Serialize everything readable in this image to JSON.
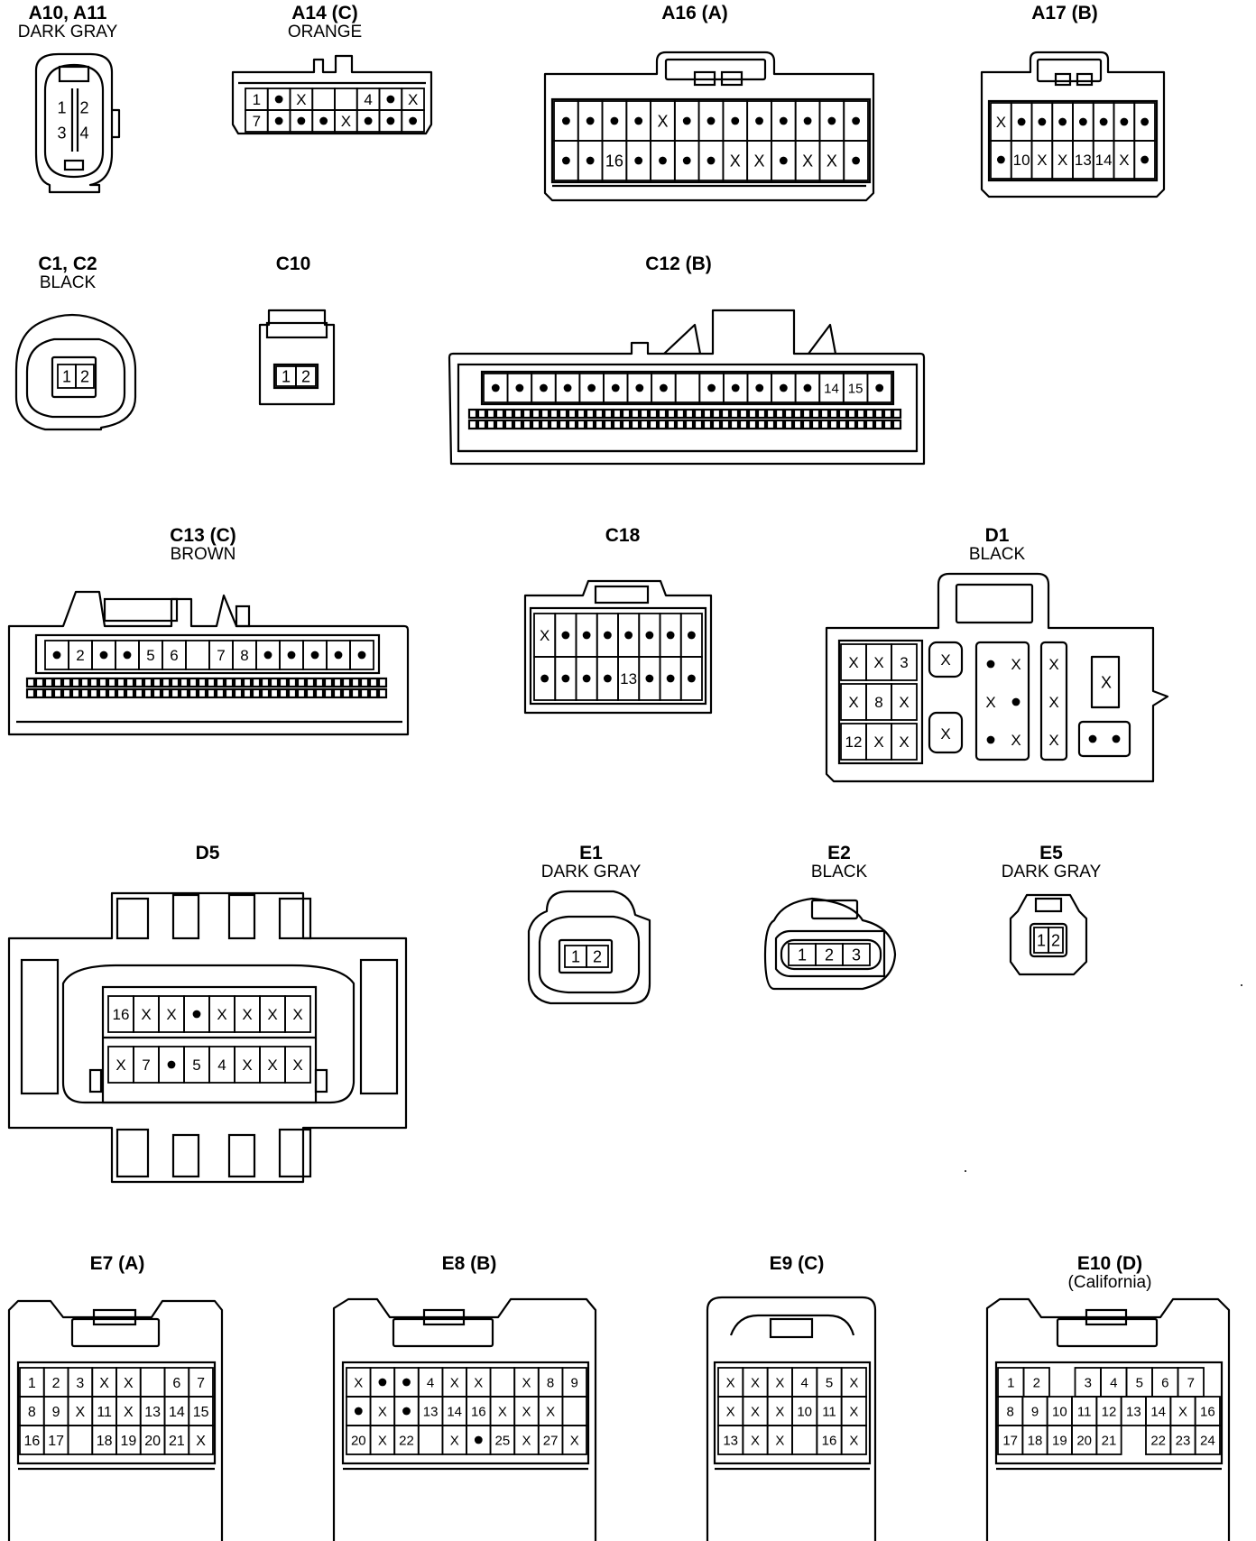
{
  "connectors": [
    {
      "id": "a10",
      "title": "A10, A11",
      "subtitle": "DARK GRAY",
      "rows": [
        [
          "1",
          "2"
        ],
        [
          "3",
          "4"
        ]
      ]
    },
    {
      "id": "a14",
      "title": "A14 (C)",
      "subtitle": "ORANGE",
      "rows": [
        [
          "1",
          "•",
          "X",
          "",
          "",
          "4",
          "•",
          "X"
        ],
        [
          "7",
          "•",
          "•",
          "•",
          "X",
          "•",
          "•",
          "•"
        ]
      ]
    },
    {
      "id": "a16",
      "title": "A16 (A)",
      "subtitle": "",
      "rows": [
        [
          "•",
          "•",
          "•",
          "•",
          "X",
          "•",
          "•",
          "•",
          "•",
          "•",
          "•",
          "•",
          "•"
        ],
        [
          "•",
          "•",
          "16",
          "•",
          "•",
          "•",
          "•",
          "X",
          "X",
          "•",
          "X",
          "X",
          "•"
        ]
      ]
    },
    {
      "id": "a17",
      "title": "A17 (B)",
      "subtitle": "",
      "rows": [
        [
          "X",
          "•",
          "•",
          "•",
          "•",
          "•",
          "•",
          "•"
        ],
        [
          "•",
          "10",
          "X",
          "X",
          "13",
          "14",
          "X",
          "•"
        ]
      ]
    },
    {
      "id": "c1",
      "title": "C1, C2",
      "subtitle": "BLACK",
      "rows": [
        [
          "1",
          "2"
        ]
      ]
    },
    {
      "id": "c10",
      "title": "C10",
      "subtitle": "",
      "rows": [
        [
          "1",
          "2"
        ]
      ]
    },
    {
      "id": "c12",
      "title": "C12 (B)",
      "subtitle": "",
      "rows": [
        [
          "•",
          "•",
          "•",
          "•",
          "•",
          "•",
          "•",
          "•",
          "",
          "•",
          "•",
          "•",
          "•",
          "•",
          "14",
          "15",
          "•"
        ]
      ]
    },
    {
      "id": "c13",
      "title": "C13 (C)",
      "subtitle": "BROWN",
      "rows": [
        [
          "•",
          "2",
          "•",
          "•",
          "5",
          "6",
          "",
          "7",
          "8",
          "•",
          "•",
          "•",
          "•",
          "•"
        ]
      ]
    },
    {
      "id": "c18",
      "title": "C18",
      "subtitle": "",
      "rows": [
        [
          "X",
          "•",
          "•",
          "•",
          "•",
          "•",
          "•",
          "•"
        ],
        [
          "•",
          "•",
          "•",
          "•",
          "13",
          "•",
          "•",
          "•"
        ]
      ]
    },
    {
      "id": "d1",
      "title": "D1",
      "subtitle": "BLACK",
      "rows": [
        [
          "X",
          "X",
          "3"
        ],
        [
          "X",
          "8",
          "X"
        ],
        [
          "12",
          "X",
          "X"
        ],
        [
          "X",
          "X"
        ],
        [
          "•",
          "X"
        ],
        [
          "X",
          "•"
        ],
        [
          "•",
          "X"
        ],
        [
          "X",
          "X",
          "X"
        ],
        [
          "X"
        ],
        [
          "•",
          "•"
        ]
      ]
    },
    {
      "id": "d5",
      "title": "D5",
      "subtitle": "",
      "rows": [
        [
          "16",
          "X",
          "X",
          "•",
          "X",
          "X",
          "X",
          "X"
        ],
        [
          "X",
          "7",
          "•",
          "5",
          "4",
          "X",
          "X",
          "X"
        ]
      ]
    },
    {
      "id": "e1",
      "title": "E1",
      "subtitle": "DARK GRAY",
      "rows": [
        [
          "1",
          "2"
        ]
      ]
    },
    {
      "id": "e2",
      "title": "E2",
      "subtitle": "BLACK",
      "rows": [
        [
          "1",
          "2",
          "3"
        ]
      ]
    },
    {
      "id": "e5",
      "title": "E5",
      "subtitle": "DARK GRAY",
      "rows": [
        [
          "1",
          "2"
        ]
      ]
    },
    {
      "id": "e7",
      "title": "E7 (A)",
      "subtitle": "",
      "rows": [
        [
          "1",
          "2",
          "3",
          "X",
          "X",
          "",
          "6",
          "7"
        ],
        [
          "8",
          "9",
          "X",
          "11",
          "X",
          "13",
          "14",
          "15"
        ],
        [
          "16",
          "17",
          "",
          "18",
          "19",
          "20",
          "21",
          "X"
        ]
      ]
    },
    {
      "id": "e8",
      "title": "E8 (B)",
      "subtitle": "",
      "rows": [
        [
          "X",
          "•",
          "•",
          "4",
          "X",
          "X",
          "",
          "X",
          "8",
          "9"
        ],
        [
          "•",
          "X",
          "•",
          "13",
          "14",
          "16",
          "X",
          "X",
          "X",
          ""
        ],
        [
          "20",
          "X",
          "22",
          "",
          "X",
          "•",
          "25",
          "X",
          "27",
          "X"
        ]
      ]
    },
    {
      "id": "e9",
      "title": "E9 (C)",
      "subtitle": "",
      "rows": [
        [
          "X",
          "X",
          "X",
          "4",
          "5",
          "X"
        ],
        [
          "X",
          "X",
          "X",
          "10",
          "11",
          "X"
        ],
        [
          "13",
          "X",
          "X",
          "",
          "16",
          "X"
        ]
      ]
    },
    {
      "id": "e10",
      "title": "E10 (D)",
      "subtitle": "(California)",
      "rows": [
        [
          "1",
          "2",
          "",
          "3",
          "4",
          "5",
          "6",
          "7"
        ],
        [
          "8",
          "9",
          "10",
          "11",
          "12",
          "13",
          "14",
          "X",
          "16"
        ],
        [
          "17",
          "18",
          "19",
          "20",
          "21",
          "",
          "22",
          "23",
          "24"
        ]
      ]
    }
  ]
}
